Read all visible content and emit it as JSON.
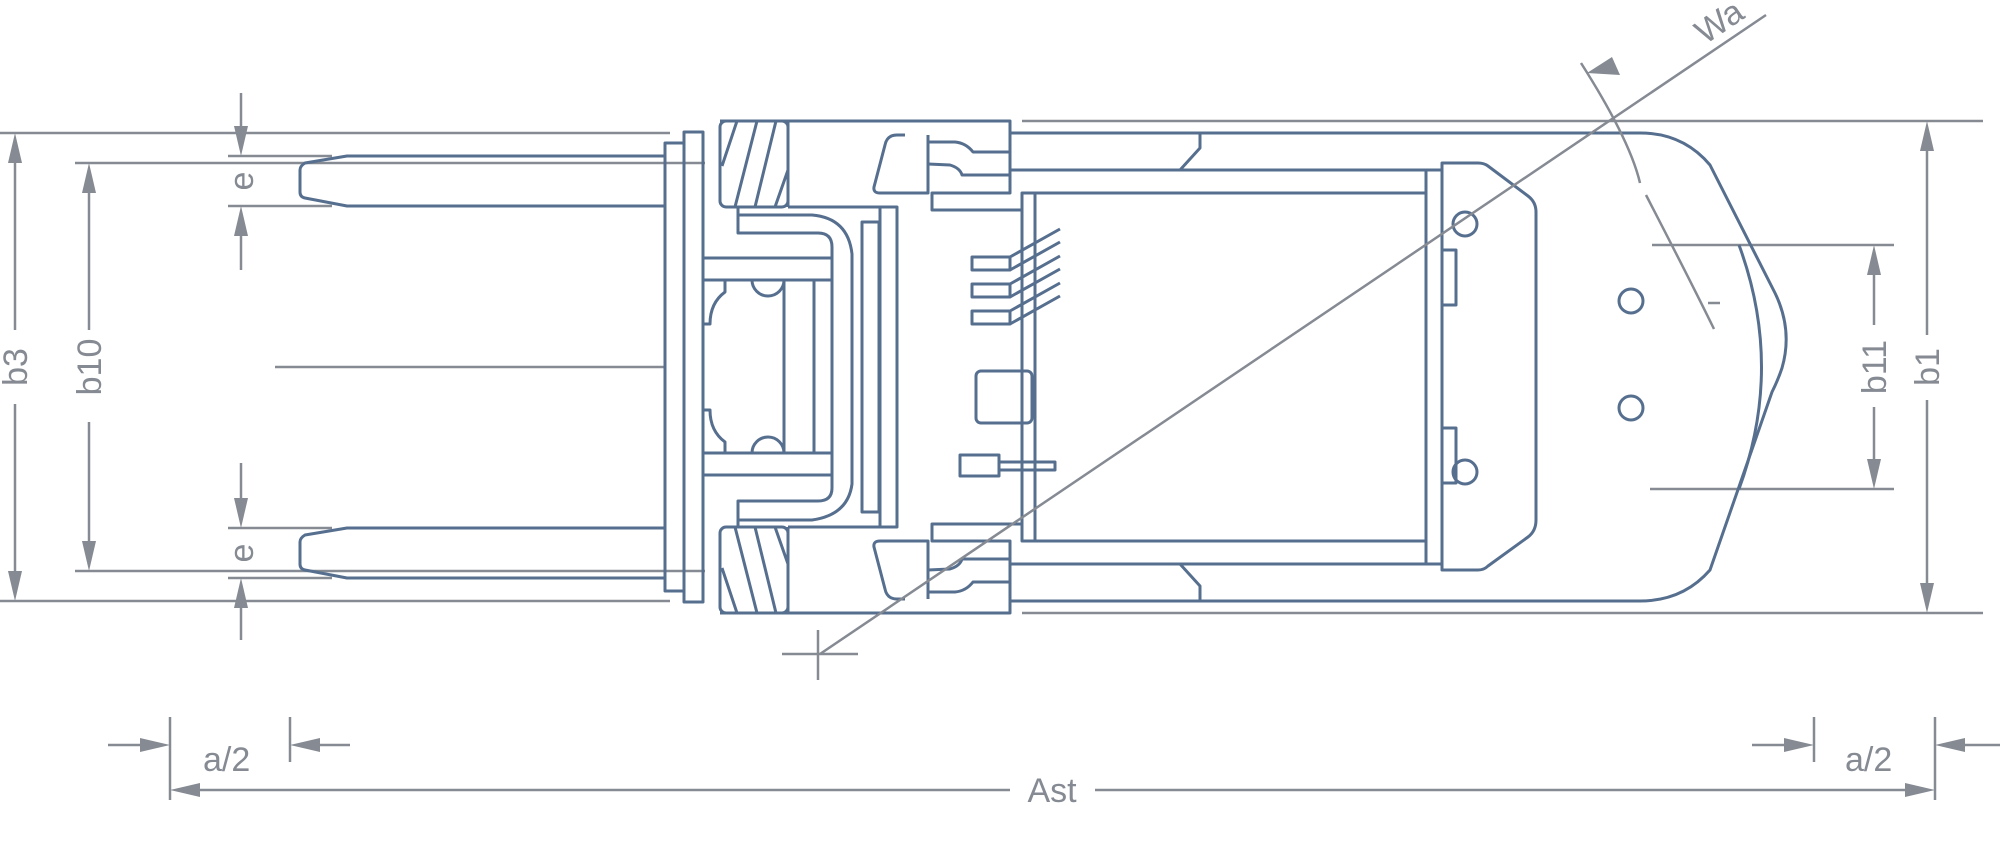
{
  "labels": {
    "b3": "b3",
    "b10": "b10",
    "e_top": "e",
    "e_bottom": "e",
    "b1": "b1",
    "b11": "b11",
    "wa": "Wa",
    "a2_left": "a/2",
    "a2_right": "a/2",
    "ast": "Ast"
  },
  "colors": {
    "outline": "#566f8f",
    "dimension": "#858a93"
  }
}
